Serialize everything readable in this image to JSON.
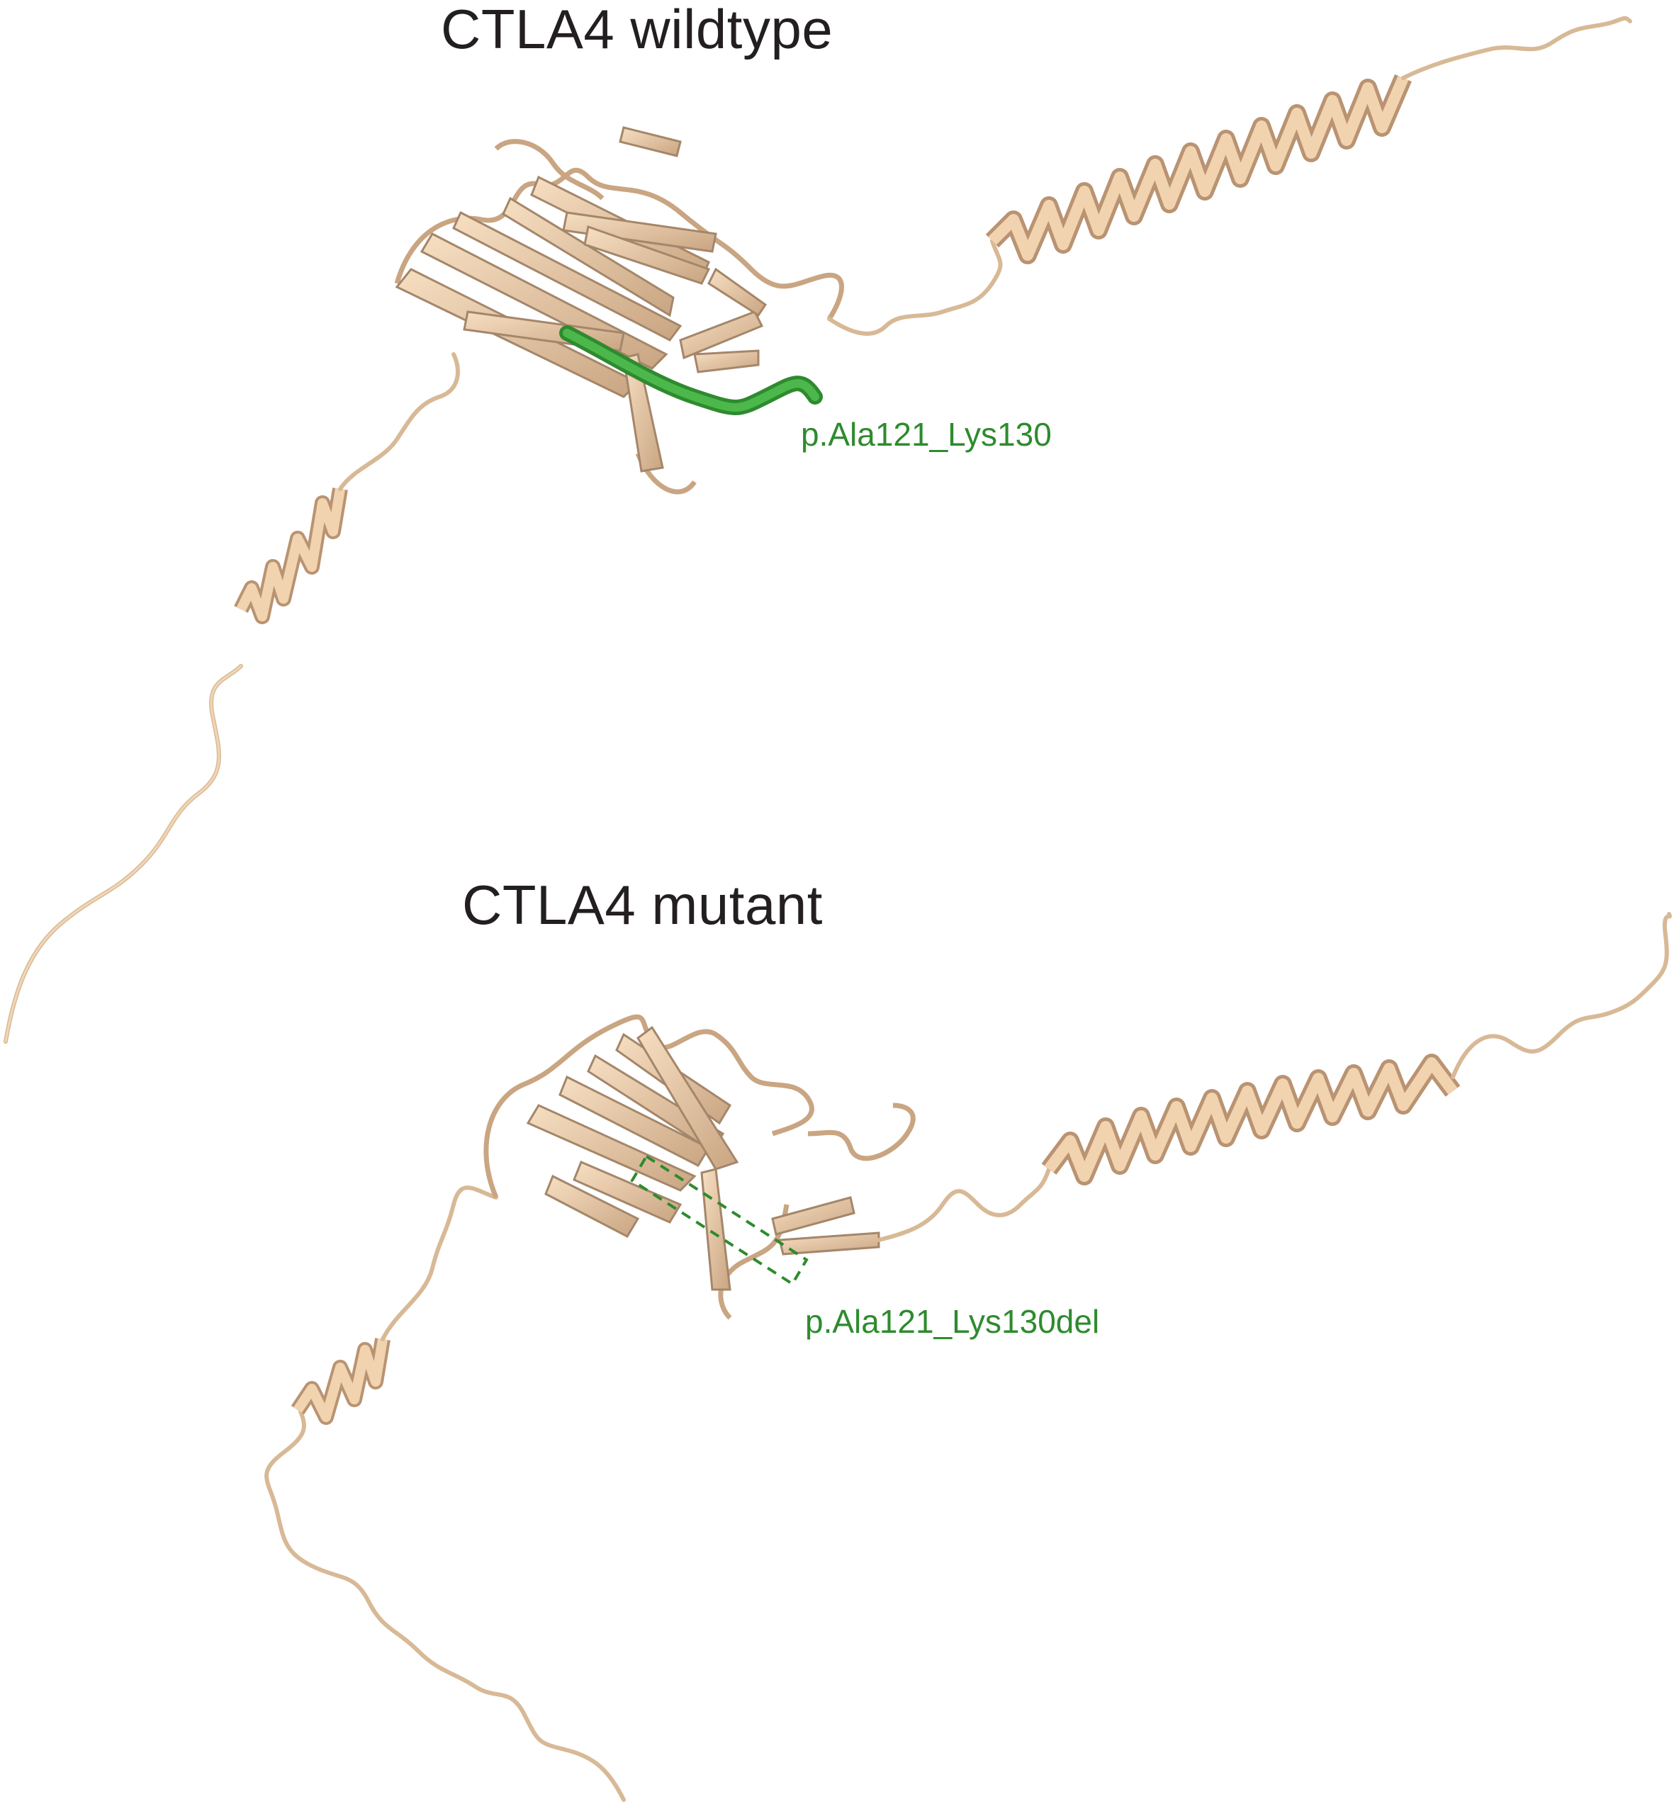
{
  "panels": [
    {
      "title": "CTLA4 wildtype",
      "variant_label": "p.Ala121_Lys130"
    },
    {
      "title": "CTLA4 mutant",
      "variant_label": "p.Ala121_Lys130del"
    }
  ],
  "colors": {
    "background": "#ffffff",
    "title_text": "#231f20",
    "ribbon_fill": "#f2d3b0",
    "ribbon_shadow": "#c9a582",
    "ribbon_edge": "#a4866a",
    "highlight": "#3a9e3a",
    "variant_text": "#2e8b2e"
  }
}
